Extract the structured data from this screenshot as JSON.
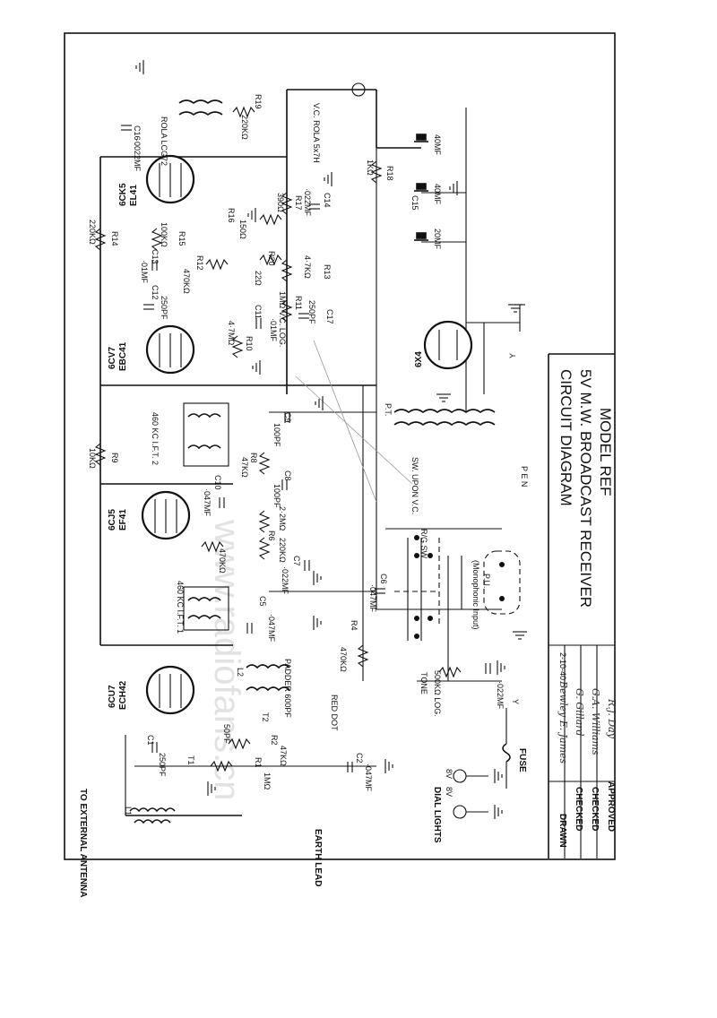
{
  "title_block": {
    "line1": "CIRCUIT DIAGRAM",
    "line2": "5V M.W. BROADCAST RECEIVER",
    "line3": "MODEL REF",
    "rows": [
      {
        "label": "DRAWN",
        "signature": "Bewley E. James",
        "date": "2-10-40"
      },
      {
        "label": "CHECKED",
        "signature": "G. Gillard",
        "date": ""
      },
      {
        "label": "CHECKED",
        "signature": "G.A. Williams",
        "date": ""
      },
      {
        "label": "APPROVED",
        "signature": "R.J. Day",
        "date": ""
      }
    ]
  },
  "watermark": "www.radiofans.cn",
  "tubes": [
    {
      "id": "V1",
      "type": "6CU7",
      "alt": "ECH42"
    },
    {
      "id": "V2",
      "type": "6CJ5",
      "alt": "EF41"
    },
    {
      "id": "V3",
      "type": "6CV7",
      "alt": "EBC41"
    },
    {
      "id": "V4",
      "type": "6CK5",
      "alt": "EL41"
    },
    {
      "id": "V5",
      "type": "6X4",
      "alt": ""
    }
  ],
  "labels": {
    "antenna": "TO EXTERNAL ANTENNA",
    "earth": "EARTH LEAD",
    "l1": "L1",
    "t1": "T1",
    "c1": "C1",
    "c1v": "250PF",
    "r1": "R1",
    "r1v": "1MΩ",
    "r2": "R2",
    "r2v": "47KΩ",
    "c2": "C2",
    "c2v": "·047MF",
    "c3v": "50PF",
    "t2": "T2",
    "red_dot": "RED DOT",
    "padder": "PADDER 600PF",
    "l2": "L2",
    "r4": "R4",
    "r4v": "470KΩ",
    "c5": "C5",
    "c5v": "·047MF",
    "if1": "460 KC I.F.T. 1",
    "r5v": "470KΩ",
    "c6": "C6",
    "c6v": "·047MF",
    "c7": "C7",
    "c7v": "·022MF",
    "r6": "R6",
    "r6v": "220KΩ",
    "r7v": "2·2MΩ",
    "c8": "C8",
    "c8v": "100PF",
    "r8": "R8",
    "r8v": "47KΩ",
    "c10": "C10",
    "c10v": "·047MF",
    "r9": "R9",
    "r9v": "10KΩ",
    "if2": "460 KC I.F.T. 2",
    "c9": "C9",
    "c9v": "100PF",
    "c11": "C11",
    "c11v": "·01MF",
    "r10": "R10",
    "r10v": "4·7MΩ",
    "c12": "C12",
    "c12v": "250PF",
    "c13": "C13",
    "c13v": "·01MF",
    "r12": "R12",
    "r12v": "470KΩ",
    "r11": "R11",
    "r11v": "1MΩ V.C. LOG.",
    "c17": "C17",
    "c17v": "250PF",
    "r20": "R20",
    "r20v": "22Ω",
    "r13": "R13",
    "r13v": "4·7KΩ",
    "r14": "R14",
    "r14v": "220KΩ",
    "r15": "R15",
    "r15v": "100KΩ",
    "r16": "R16",
    "r16v": "150Ω",
    "r17": "R17",
    "r17v": "390Ω",
    "c14": "C14",
    "c14v": "·022MF",
    "c16": "C16",
    "c16v": "·0022MF",
    "r19": "R19",
    "r19v": "220KΩ",
    "output": "ROLA LCG72",
    "speaker": "V.C. ROLA 5x7H",
    "r18": "R18",
    "r18v": "1KΩ",
    "c15": "C15",
    "elec1": "20MF",
    "elec2": "40MF",
    "elec3": "40MF",
    "pt": "P.T.",
    "sw_vc": "SW. UPON V.C.",
    "pen": "P  E  N",
    "rg_sw": "R/G SW",
    "pu": "P.U.",
    "mono": "(Monophonic Input)",
    "tone": "TONE",
    "r3v": "500KΩ LOG.",
    "c4v": "·022MF",
    "fuse": "FUSE",
    "dial": "DIAL LIGHTS",
    "dial_v1": "8V",
    "dial_v2": "8V",
    "y": "Y"
  }
}
